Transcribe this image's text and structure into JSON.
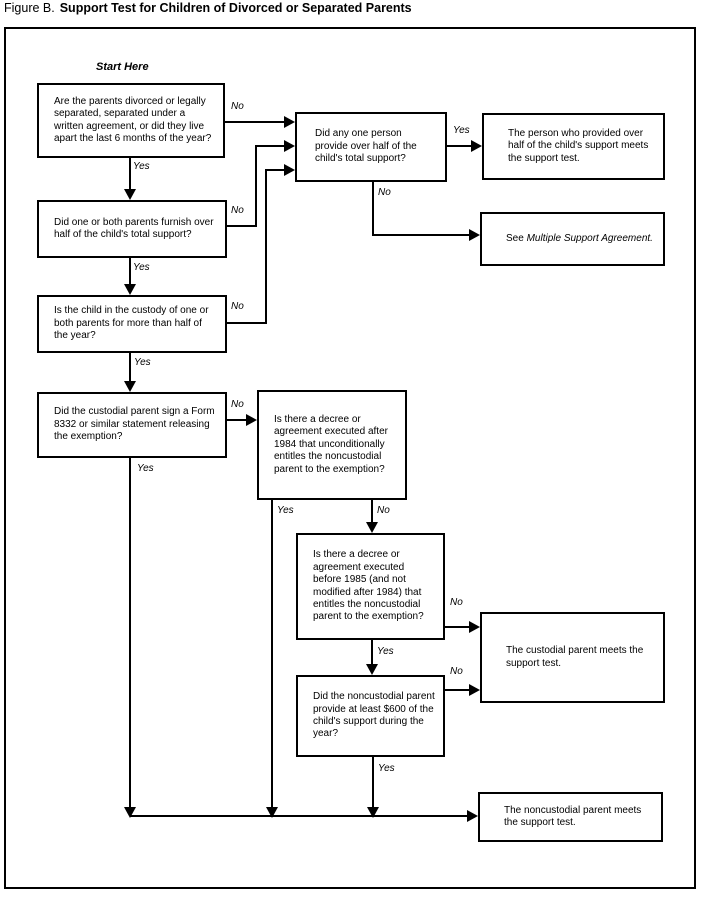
{
  "title": {
    "prefix": "Figure B.",
    "main": "Support Test for Children of Divorced or Separated Parents"
  },
  "start_here": "Start Here",
  "labels": {
    "yes": "Yes",
    "no": "No"
  },
  "colors": {
    "ink": "#000000",
    "paper": "#ffffff"
  },
  "nodes": {
    "divorced": "Are the parents divorced or legally separated, separated under a written agreement, or did they live apart the last 6 months of the year?",
    "furnish": "Did one or both parents furnish over half of the child's total support?",
    "custody": "Is the child in the custody of one or both parents for more than half of the year?",
    "form8332": "Did the custodial parent sign a Form 8332 or similar statement releasing the exemption?",
    "anyone": "Did any one person provide over half of the child's total support?",
    "person_provided": "The person who provided over half of the child's support meets the support test.",
    "see_multiple": {
      "prefix": "See ",
      "italic": "Multiple Support Agreement."
    },
    "decree_after_1984": "Is there a decree or agreement executed after 1984 that unconditionally entitles the noncustodial parent to the exemption?",
    "decree_before_1985": "Is there a decree or agreement executed before 1985 (and not modified after 1984) that entitles the noncustodial parent to the exemption?",
    "provide_600": "Did the noncustodial parent provide at least $600 of the child's support during the year?",
    "custodial_meets": "The custodial parent meets the support test.",
    "noncustodial_meets": "The noncustodial parent meets the support test."
  }
}
